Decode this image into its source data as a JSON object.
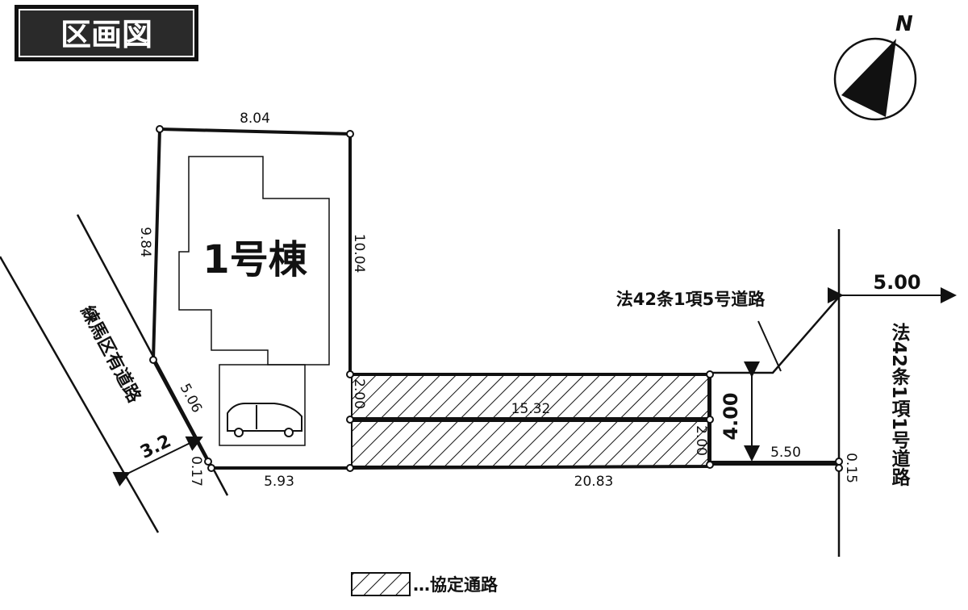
{
  "title": "区画図",
  "compass": {
    "label": "N"
  },
  "building_label": "1号棟",
  "dimensions": {
    "top": "8.04",
    "left": "9.84",
    "right": "10.04",
    "diag": "5.06",
    "corner": "0.17",
    "bottom_left": "5.93",
    "bottom_right": "20.83",
    "strip_len": "15.32",
    "strip1_w": "2.00",
    "strip2_w": "2.00",
    "road_width_right": "5.00",
    "road_span": "4.00",
    "road_right_seg": "5.50",
    "right_corner": "0.15",
    "road_left_width": "3.2"
  },
  "roads": {
    "left_road": "練馬区有道路",
    "top_right_road": "法42条1項5号道路",
    "right_road": "法42条1項1号道路"
  },
  "legend": {
    "text": "…協定通路"
  }
}
